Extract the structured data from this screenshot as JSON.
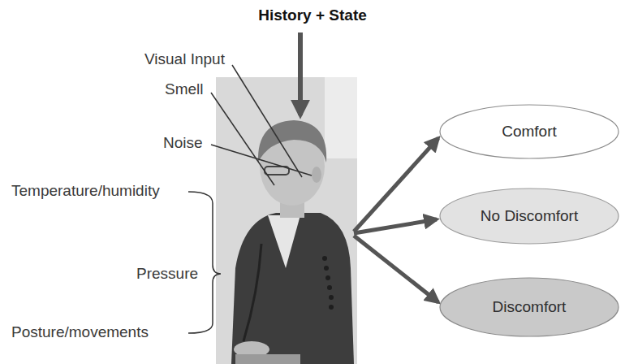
{
  "diagram": {
    "nodes": [
      {
        "text": [
          "Comfort"
        ]
      },
      {
        "text": [
          "No Discomfort"
        ]
      },
      {
        "text": [
          "Discomfort"
        ]
      }
    ],
    "labels": [
      "History + State",
      "Visual Input",
      "Smell",
      "Noise",
      "Temperature/humidity",
      "Pressure",
      "Posture/movements"
    ]
  }
}
